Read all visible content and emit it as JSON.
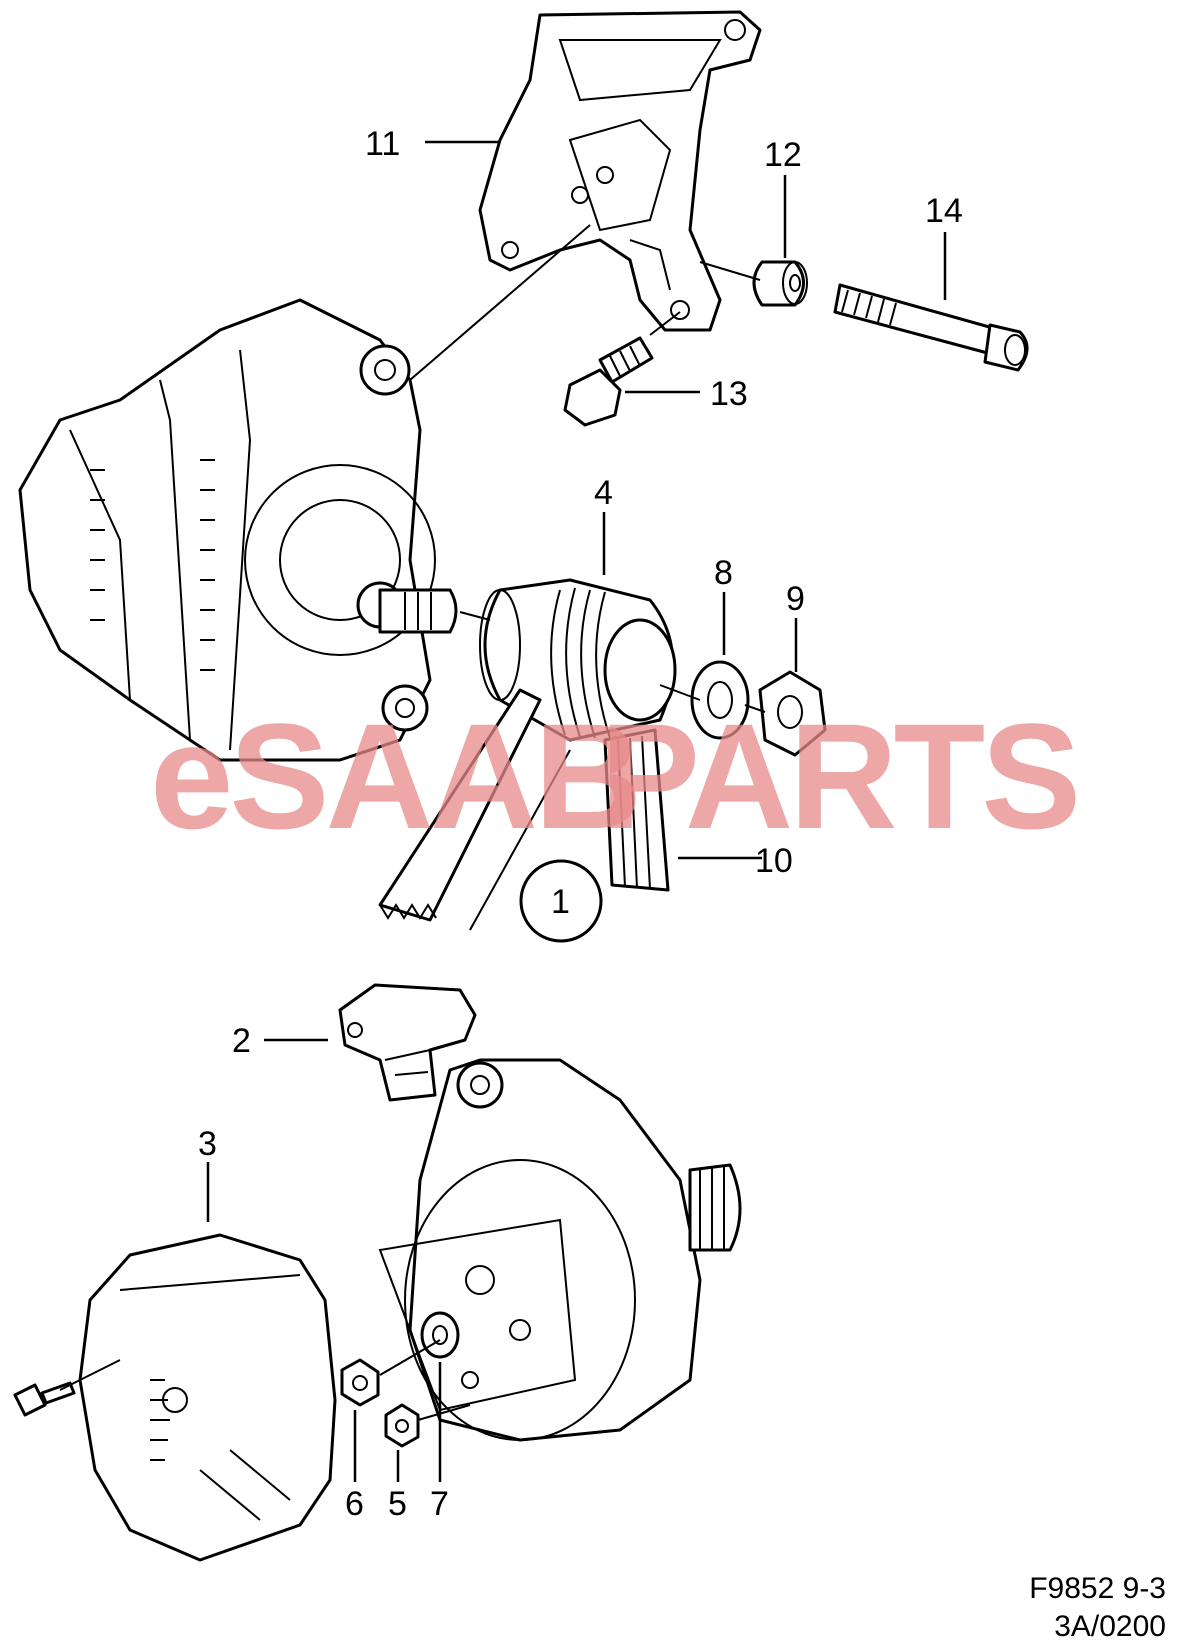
{
  "callouts": {
    "c1": "1",
    "c2": "2",
    "c3": "3",
    "c4": "4",
    "c5": "5",
    "c6": "6",
    "c7": "7",
    "c8": "8",
    "c9": "9",
    "c10": "10",
    "c11": "11",
    "c12": "12",
    "c13": "13",
    "c14": "14"
  },
  "figure_code": {
    "line1": "F9852 9-3",
    "line2": "3A/0200"
  },
  "watermark": {
    "text_left": "eSAAB",
    "text_right": "PARTS",
    "color": "#e88a8a"
  },
  "colors": {
    "line": "#000000",
    "background": "#ffffff"
  }
}
